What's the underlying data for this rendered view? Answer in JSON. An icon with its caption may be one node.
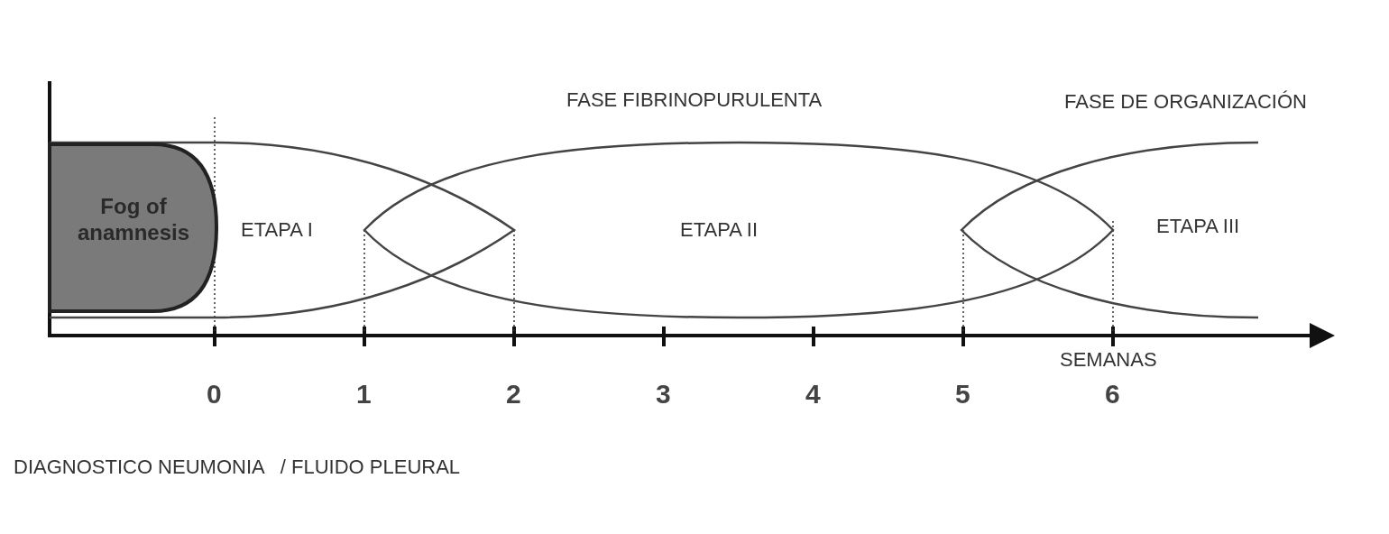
{
  "diagram": {
    "caption": "DIAGNOSTICO NEUMONIA   / FLUIDO PLEURAL",
    "nodes": [
      {
        "text": [
          "Fog of anamnesis"
        ],
        "in": 1
      },
      {
        "text": [
          "ETAPA I"
        ]
      },
      {
        "text": [
          "ETAPA II"
        ]
      },
      {
        "text": [
          "ETAPA III"
        ]
      }
    ],
    "labels": [
      "FASE FIBRINOPURULENTA",
      "FASE DE ORGANIZACIÓN",
      "SEMANAS",
      "0",
      "1",
      "2",
      "3",
      "4",
      "5",
      "6"
    ]
  }
}
